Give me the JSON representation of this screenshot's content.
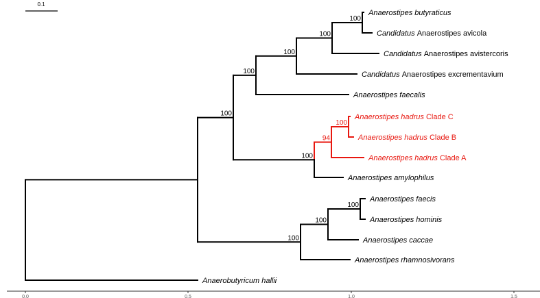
{
  "scale_bar": {
    "label": "0.1"
  },
  "axis": {
    "ticks": [
      "0.0",
      "0.5",
      "1.0",
      "1.5"
    ]
  },
  "colors": {
    "branch": "#000000",
    "highlight": "#e8170f"
  },
  "tips": [
    {
      "genus": "Anaerostipes",
      "rest": "butyraticus",
      "genus_italic": true,
      "rest_italic": true,
      "highlight": false
    },
    {
      "genus": "Candidatus",
      "rest": "Anaerostipes avicola",
      "genus_italic": true,
      "rest_italic": false,
      "highlight": false
    },
    {
      "genus": "Candidatus",
      "rest": "Anaerostipes avistercoris",
      "genus_italic": true,
      "rest_italic": false,
      "highlight": false
    },
    {
      "genus": "Candidatus",
      "rest": "Anaerostipes excrementavium",
      "genus_italic": true,
      "rest_italic": false,
      "highlight": false
    },
    {
      "genus": "Anaerostipes",
      "rest": "faecalis",
      "genus_italic": true,
      "rest_italic": true,
      "highlight": false
    },
    {
      "genus": "Anaerostipes hadrus",
      "rest": "Clade C",
      "genus_italic": true,
      "rest_italic": false,
      "highlight": true
    },
    {
      "genus": "Anaerostipes hadrus",
      "rest": "Clade B",
      "genus_italic": true,
      "rest_italic": false,
      "highlight": true
    },
    {
      "genus": "Anaerostipes hadrus",
      "rest": "Clade A",
      "genus_italic": true,
      "rest_italic": false,
      "highlight": true
    },
    {
      "genus": "Anaerostipes",
      "rest": "amylophilus",
      "genus_italic": true,
      "rest_italic": true,
      "highlight": false
    },
    {
      "genus": "Anaerostipes",
      "rest": "faecis",
      "genus_italic": true,
      "rest_italic": true,
      "highlight": false
    },
    {
      "genus": "Anaerostipes",
      "rest": "hominis",
      "genus_italic": true,
      "rest_italic": true,
      "highlight": false
    },
    {
      "genus": "Anaerostipes",
      "rest": "caccae",
      "genus_italic": true,
      "rest_italic": true,
      "highlight": false
    },
    {
      "genus": "Anaerostipes",
      "rest": "rhamnosivorans",
      "genus_italic": true,
      "rest_italic": true,
      "highlight": false
    },
    {
      "genus": "Anaerobutyricum",
      "rest": "hallii",
      "genus_italic": true,
      "rest_italic": true,
      "highlight": false
    }
  ],
  "supports": [
    {
      "node": "butyraticus-avicola",
      "value": "100",
      "highlight": false
    },
    {
      "node": "butyraticus-avistercoris",
      "value": "100",
      "highlight": false
    },
    {
      "node": "plus-excrementavium",
      "value": "100",
      "highlight": false
    },
    {
      "node": "plus-faecalis",
      "value": "100",
      "highlight": false
    },
    {
      "node": "upper-clade",
      "value": "100",
      "highlight": false
    },
    {
      "node": "hadrus-c-b",
      "value": "100",
      "highlight": true
    },
    {
      "node": "hadrus-all",
      "value": "94",
      "highlight": true
    },
    {
      "node": "hadrus-amylophilus",
      "value": "100",
      "highlight": false
    },
    {
      "node": "faecis-hominis",
      "value": "100",
      "highlight": false
    },
    {
      "node": "plus-caccae",
      "value": "100",
      "highlight": false
    },
    {
      "node": "plus-rhamnosivorans",
      "value": "100",
      "highlight": false
    }
  ]
}
